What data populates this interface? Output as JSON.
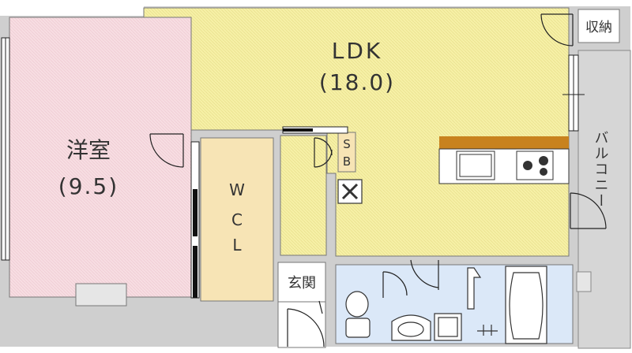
{
  "rooms": {
    "ldk": {
      "name": "LDK",
      "size": "(18.0)"
    },
    "western": {
      "name": "洋室",
      "size": "(9.5)"
    },
    "wcl": {
      "line1": "W",
      "line2": "C",
      "line3": "L"
    },
    "sb": {
      "line1": "S",
      "line2": "B"
    },
    "entrance": {
      "name": "玄関"
    },
    "storage": {
      "name": "収納"
    },
    "balcony": {
      "name": "バルコニー"
    }
  },
  "colors": {
    "ldk_floor": "#f6f0a6",
    "western_floor": "#f7dbe0",
    "wcl_floor": "#f7e4b5",
    "bath_floor": "#dbe8f8",
    "wall": "#c9c9c9",
    "balcony": "#d9d9d9",
    "counter": "#c8821e"
  }
}
